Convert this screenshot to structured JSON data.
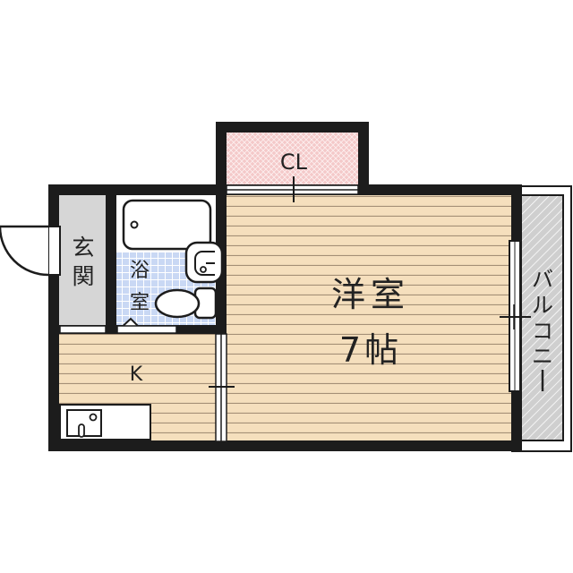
{
  "floorplan": {
    "rooms": {
      "western_room": {
        "label_line1": "洋室",
        "label_line2": "7帖"
      },
      "kitchen": {
        "label": "K"
      },
      "entrance": {
        "label_char1": "玄",
        "label_char2": "関"
      },
      "bathroom": {
        "label_char1": "浴",
        "label_char2": "室"
      },
      "closet": {
        "label": "CL"
      },
      "balcony": {
        "label_chars": [
          "バ",
          "ル",
          "コ",
          "ニ",
          "ー"
        ]
      }
    },
    "colors": {
      "wall": "#1c1c1c",
      "floor_wood": "#f5dfbd",
      "floor_lines": "#a48f76",
      "entrance_floor": "#d6d6d6",
      "bath_tile": "#c9d8f4",
      "closet_fill": "#f4c9c9",
      "balcony_fill": "#cfcfcf"
    }
  }
}
